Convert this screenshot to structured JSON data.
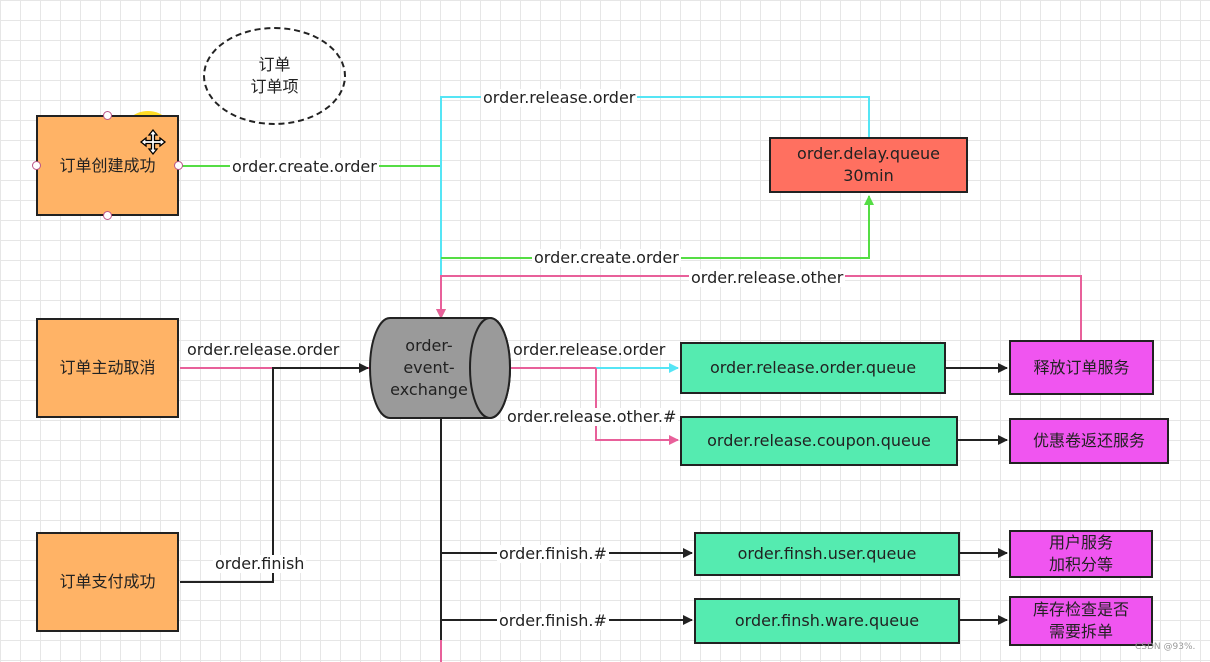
{
  "nodes": {
    "ellipse_note": "订单\n订单项",
    "order_created": "订单创建成功",
    "order_cancel": "订单主动取消",
    "order_paid": "订单支付成功",
    "exchange": "order-\nevent-\nexchange",
    "delay_queue": "order.delay.queue\n30min",
    "release_order_queue": "order.release.order.queue",
    "release_coupon_queue": "order.release.coupon.queue",
    "finsh_user_queue": "order.finsh.user.queue",
    "finsh_ware_queue": "order.finsh.ware.queue",
    "release_service": "释放订单服务",
    "coupon_service": "优惠卷返还服务",
    "user_service": "用户服务\n加积分等",
    "ware_service": "库存检查是否\n需要拆单"
  },
  "edges": {
    "create_order_top": "order.create.order",
    "release_order_top": "order.release.order",
    "create_order_mid": "order.create.order",
    "release_other_mid": "order.release.other",
    "cancel_release_order": "order.release.order",
    "order_finish": "order.finish",
    "ex_release_order": "order.release.order",
    "ex_release_other": "order.release.other.#",
    "finish_user": "order.finish.#",
    "finish_ware": "order.finish.#"
  },
  "watermark": "CSDN @93%.",
  "colors": {
    "orange_box": "#FFB366",
    "delay_red": "#FF7060",
    "queue_green": "#55EBB0",
    "service_magenta": "#F055F0",
    "exchange_gray": "#9A9A9A",
    "line_green": "#55DD44",
    "line_cyan": "#55E5F5",
    "line_pink": "#E8609A",
    "line_dark": "#222222"
  }
}
